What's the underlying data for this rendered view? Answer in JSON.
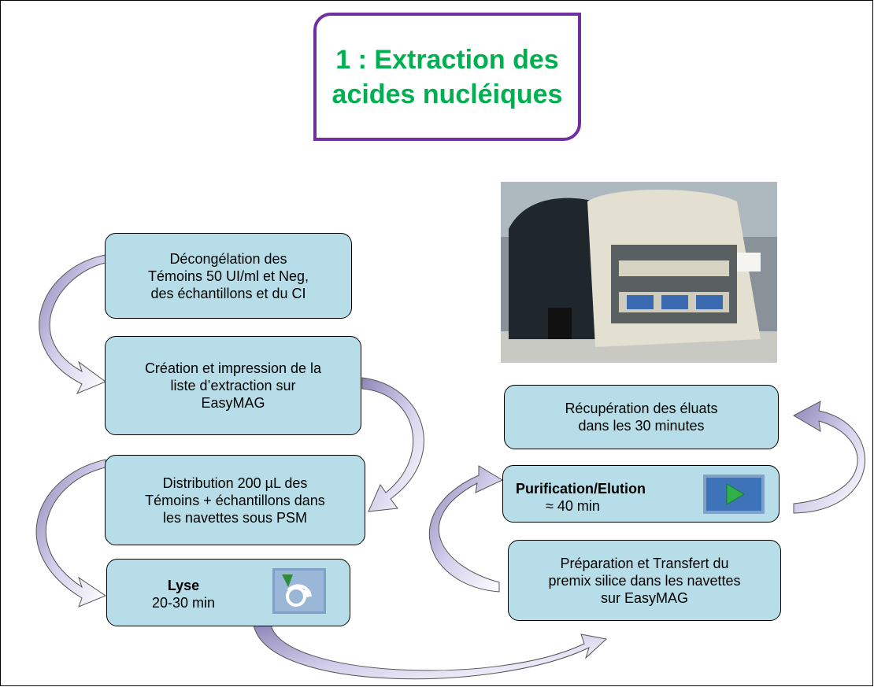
{
  "title": {
    "line1": "1 : Extraction des",
    "line2": "acides nucléiques"
  },
  "steps": {
    "decongelation": [
      "Décongélation  des",
      "Témoins  50 UI/ml  et Neg,",
      "des  échantillons  et  du  CI"
    ],
    "creation": [
      "Création  et  impression  de la",
      "liste  d’extraction  sur",
      "EasyMAG"
    ],
    "distribution": [
      "Distribution  200 µL des",
      "Témoins + échantillons  dans",
      "les  navettes  sous  PSM"
    ],
    "lyse": {
      "label": "Lyse",
      "time": "20-30 min"
    },
    "preparation": [
      "Préparation  et  Transfert  du",
      "premix  silice  dans  les  navettes",
      "sur EasyMAG"
    ],
    "purification": {
      "label": "Purification/Elution",
      "time": "≈ 40 min"
    },
    "recuperation": [
      "Récupération  des  éluats",
      "dans  les 30  minutes"
    ]
  },
  "colors": {
    "box": "#b7dee8",
    "title": "#00b050",
    "title_border": "#7030a0",
    "arrow": "#ccc6e6"
  },
  "icons": {
    "lyse": "lyse-icon",
    "purification": "play-icon",
    "photo": "easymag-instrument-photo"
  }
}
